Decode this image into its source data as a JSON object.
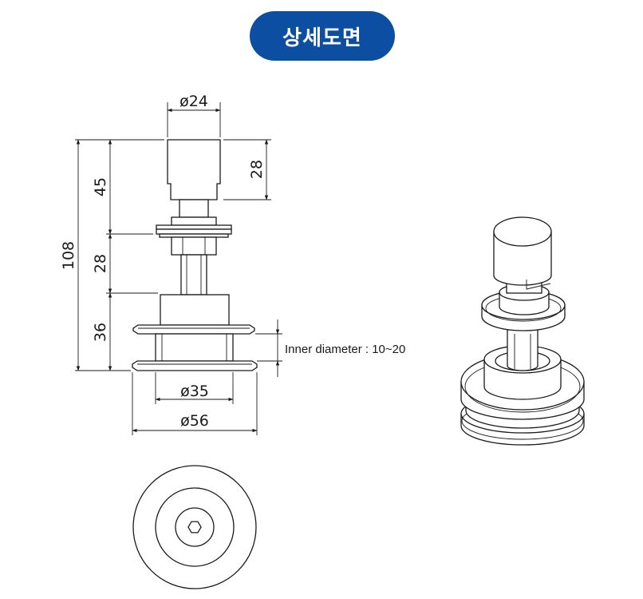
{
  "header": {
    "title": "상세도면"
  },
  "dimensions": {
    "top_diameter": "ø24",
    "head_height": "28",
    "upper_height": "45",
    "total_height": "108",
    "middle_height": "28",
    "lower_height": "36",
    "base_inner_diameter": "ø35",
    "base_outer_diameter": "ø56"
  },
  "note": {
    "inner_diameter": "Inner diameter : 10~20"
  },
  "colors": {
    "title_bg": "#0b4ea2",
    "title_text": "#ffffff",
    "line": "#1a1a1a"
  }
}
